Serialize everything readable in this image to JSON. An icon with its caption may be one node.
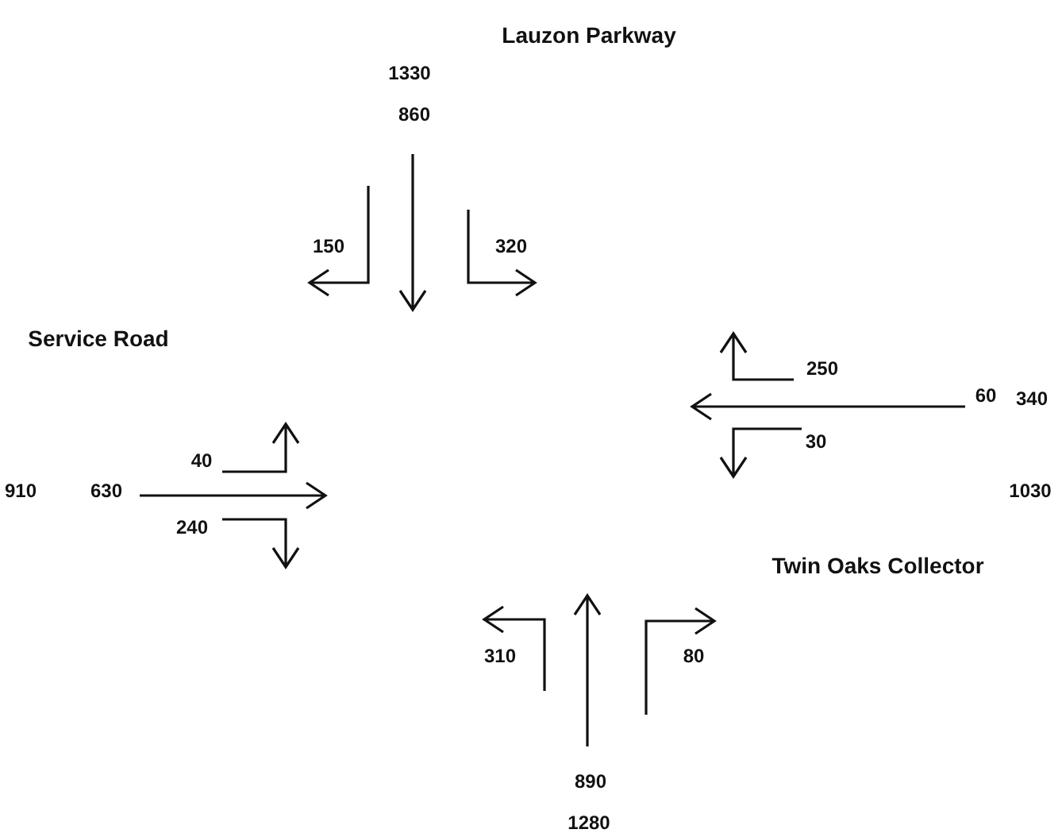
{
  "diagram": {
    "labels": [
      "Lauzon Parkway",
      "1330",
      "860",
      "150",
      "320",
      "Service Road",
      "250",
      "60",
      "340",
      "40",
      "910",
      "630",
      "240",
      "30",
      "1030",
      "Twin Oaks Collector",
      "310",
      "80",
      "890",
      "1280"
    ]
  }
}
